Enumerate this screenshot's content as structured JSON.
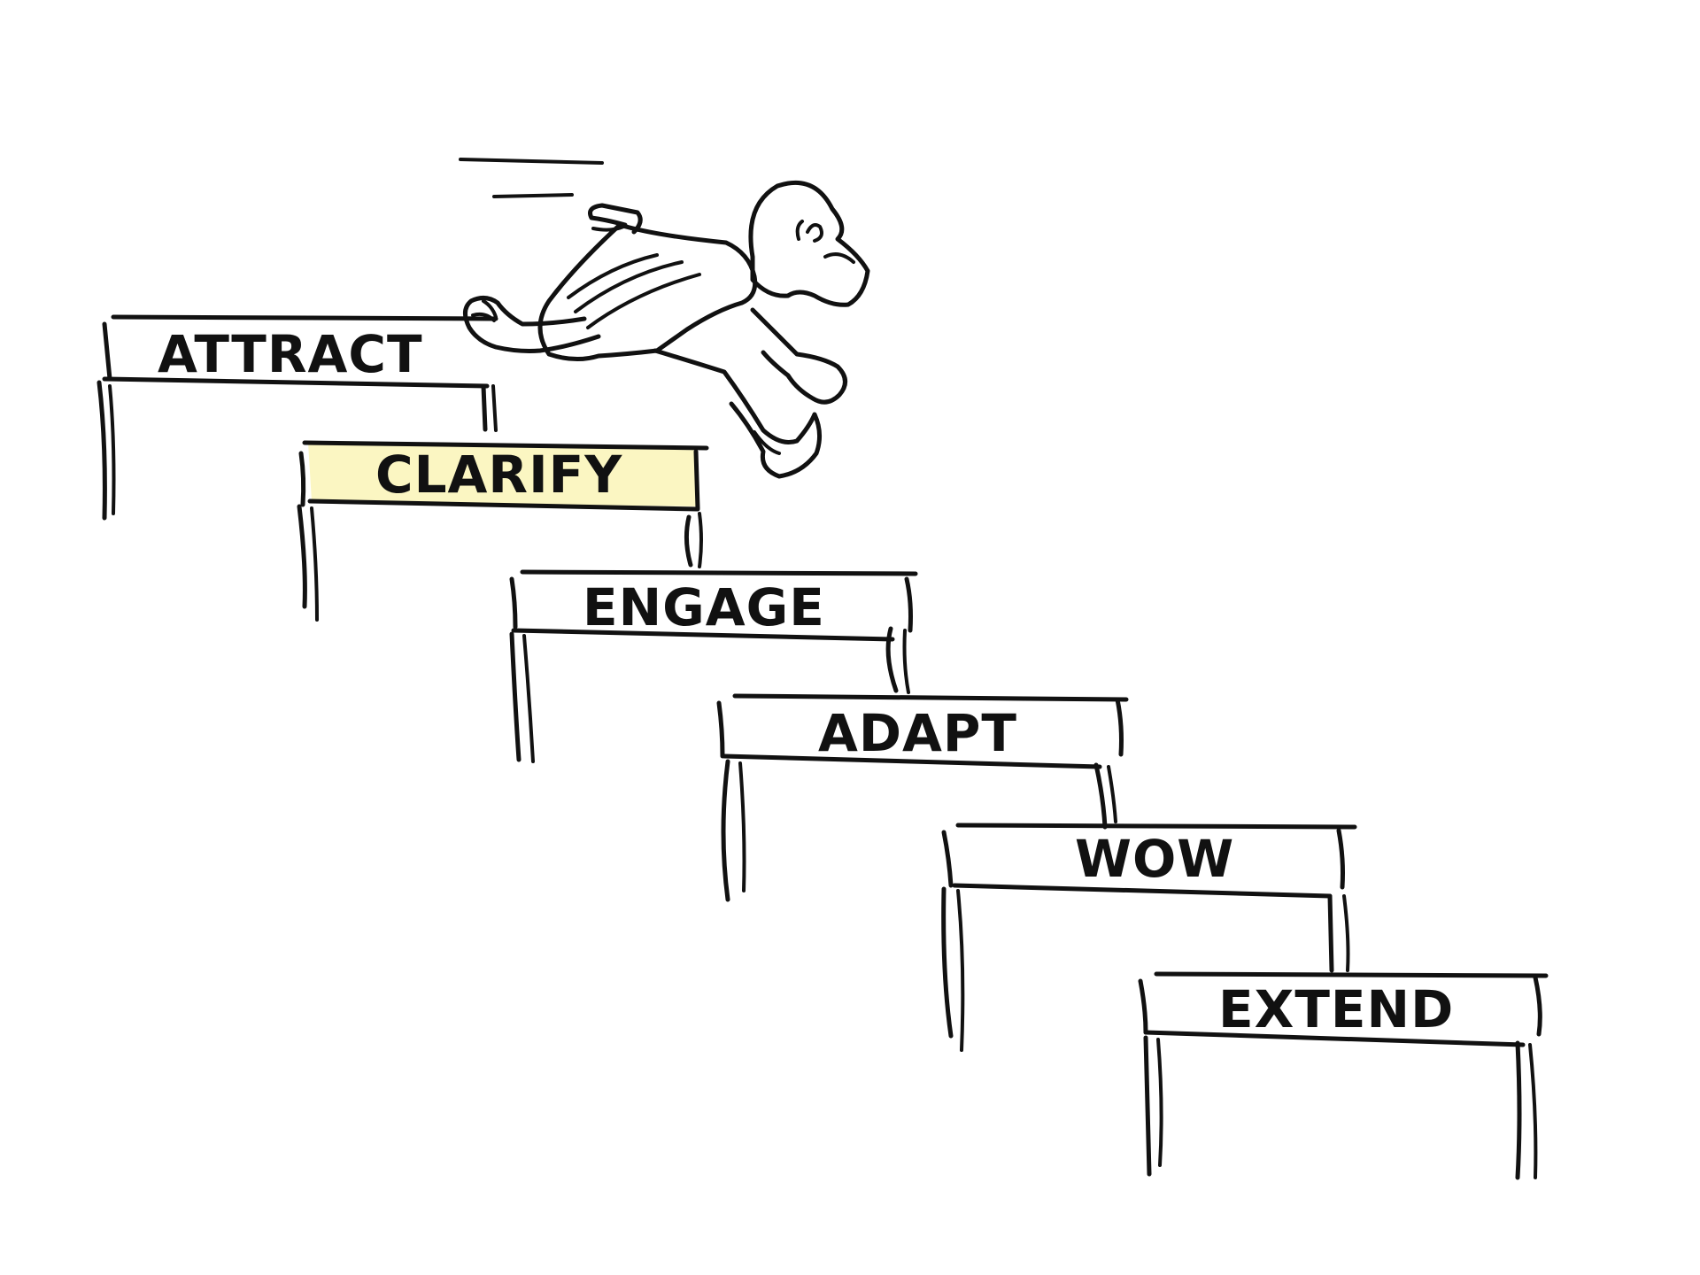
{
  "diagram": {
    "steps": [
      {
        "label": "ATTRACT",
        "highlight": false
      },
      {
        "label": "CLARIFY",
        "highlight": true
      },
      {
        "label": "ENGAGE",
        "highlight": false
      },
      {
        "label": "ADAPT",
        "highlight": false
      },
      {
        "label": "WOW",
        "highlight": false
      },
      {
        "label": "EXTEND",
        "highlight": false
      }
    ],
    "colors": {
      "line": "#111111",
      "highlight_fill": "#fbf6c2",
      "background": "#ffffff"
    },
    "figure": "cartoon-runner-leaping-over-hurdles"
  }
}
